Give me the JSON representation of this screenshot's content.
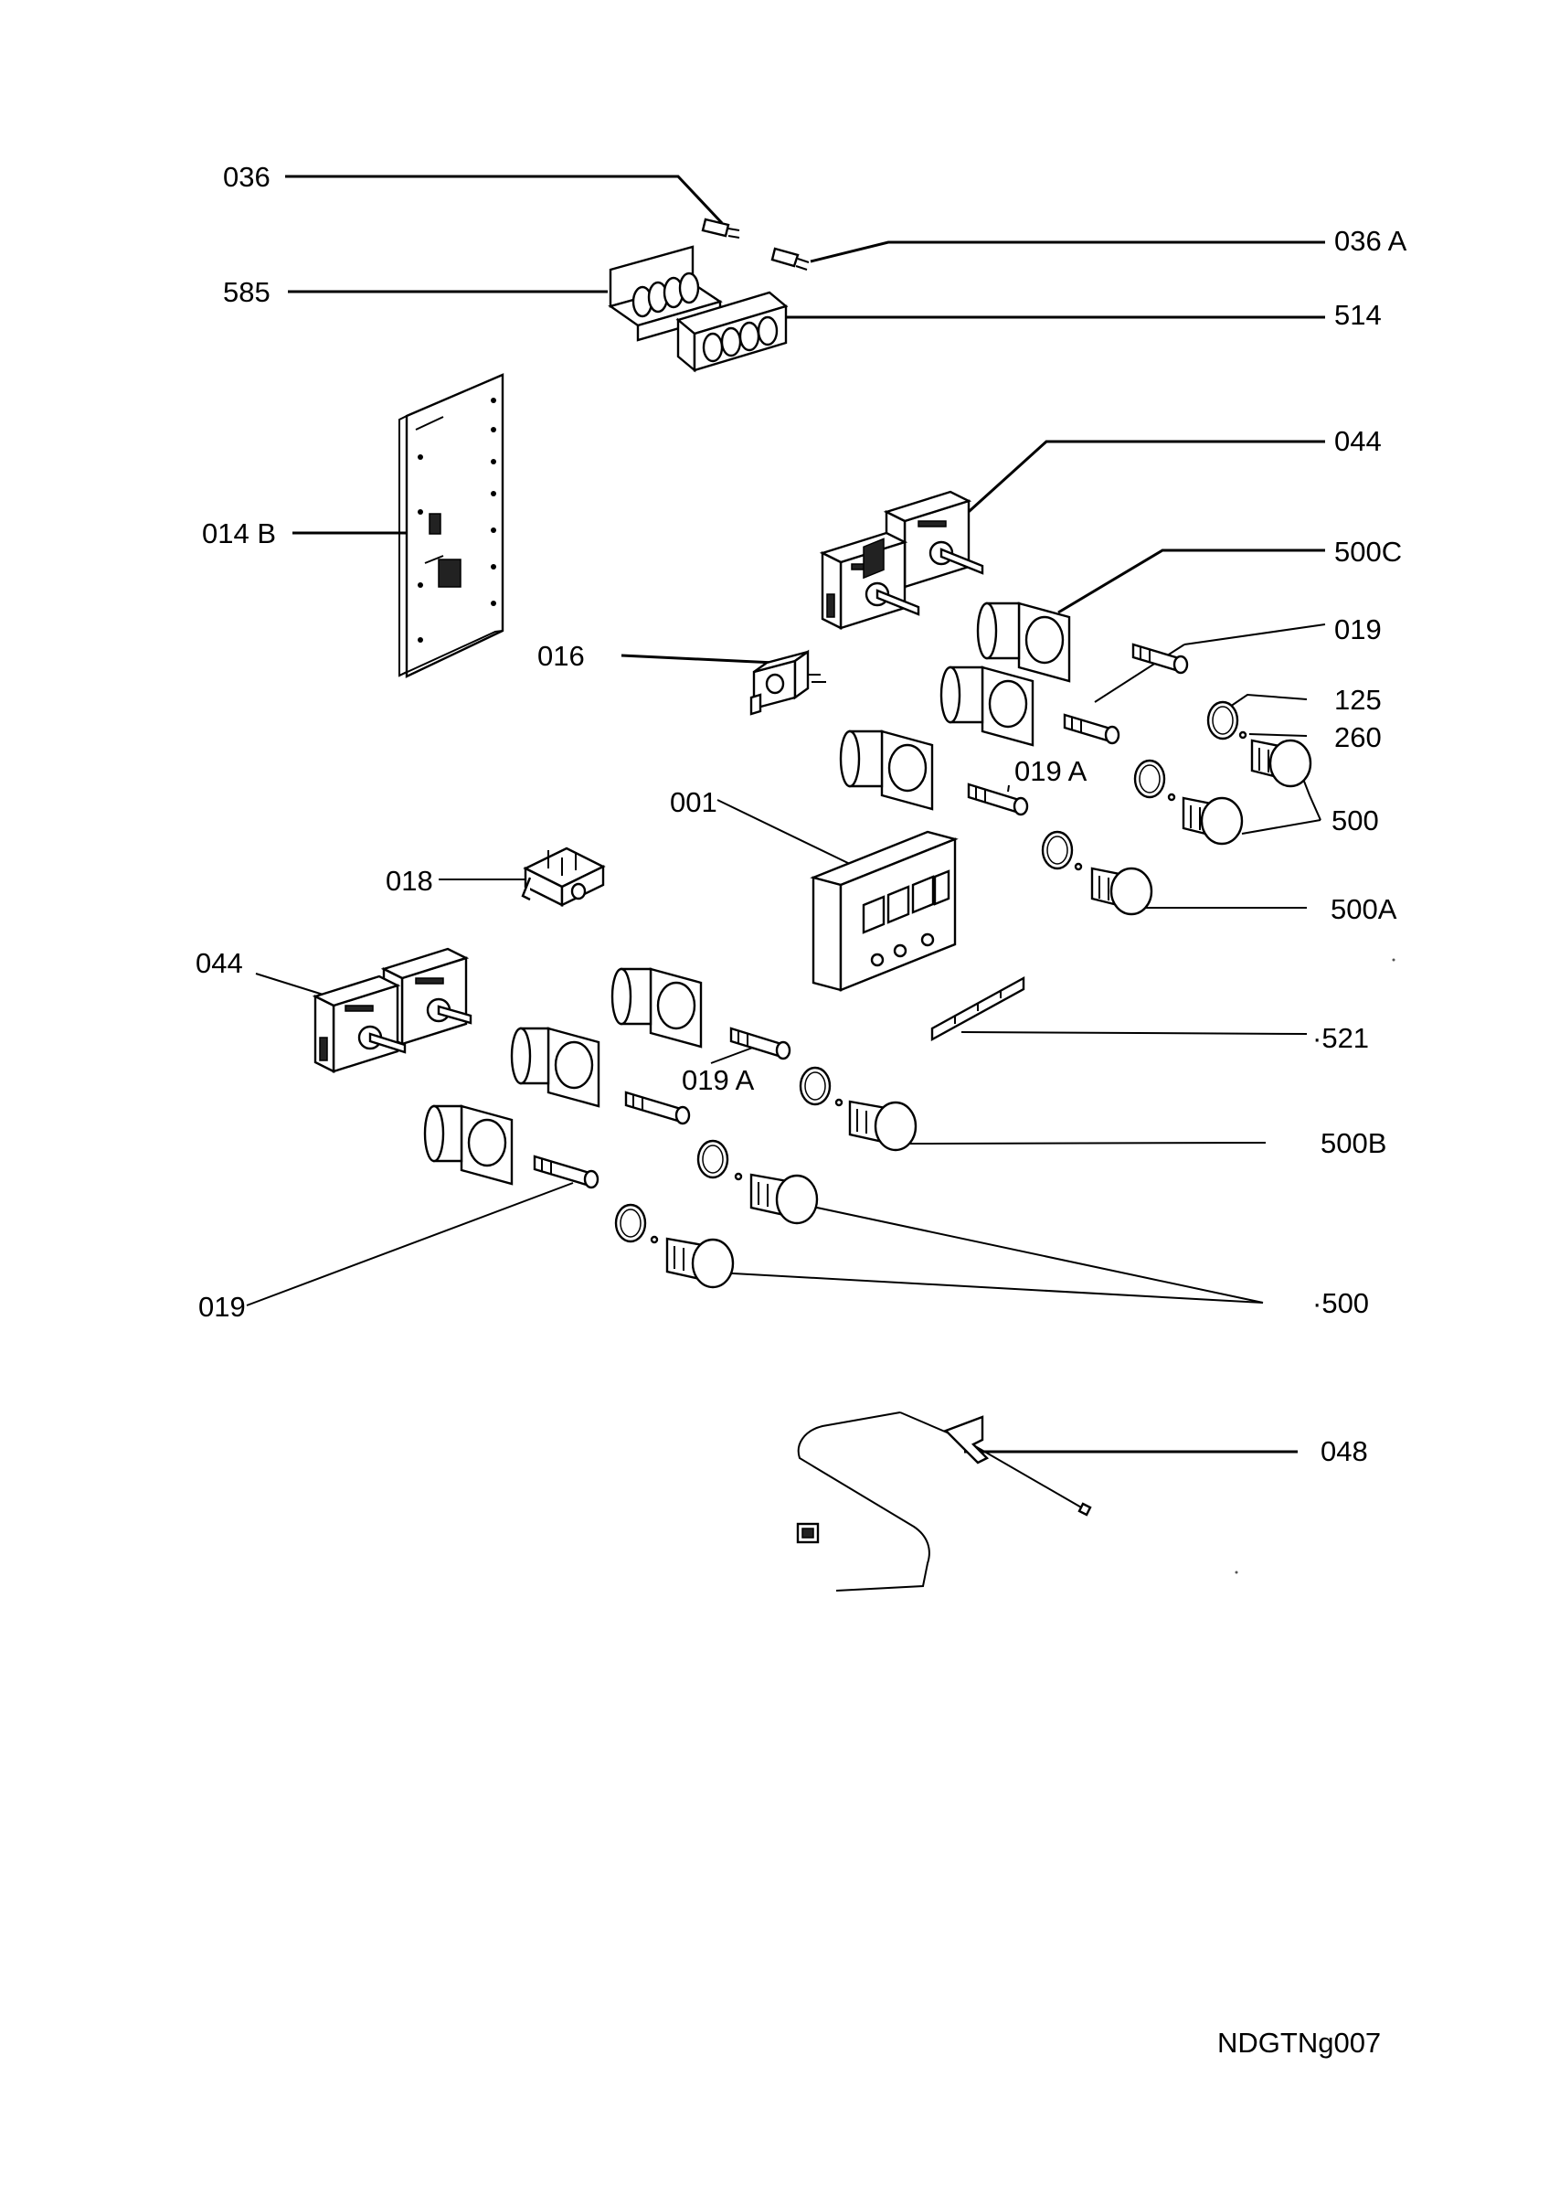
{
  "labels": {
    "l036": "036",
    "l036a": "036 A",
    "l585": "585",
    "l514": "514",
    "l044_top": "044",
    "l014b": "014 B",
    "l500c": "500C",
    "l019_top": "019",
    "l016": "016",
    "l125": "125",
    "l260": "260",
    "l019a_top": "019 A",
    "l001": "001",
    "l500": "500",
    "l018": "018",
    "l500a": "500A",
    "l044_left": "044",
    "l521": "·521",
    "l019a_mid": "019 A",
    "l500b": "500B",
    "l019_bottom": "019",
    "l500_bottom": "·500",
    "l048": "048"
  },
  "drawing_code": "NDGTNg007"
}
